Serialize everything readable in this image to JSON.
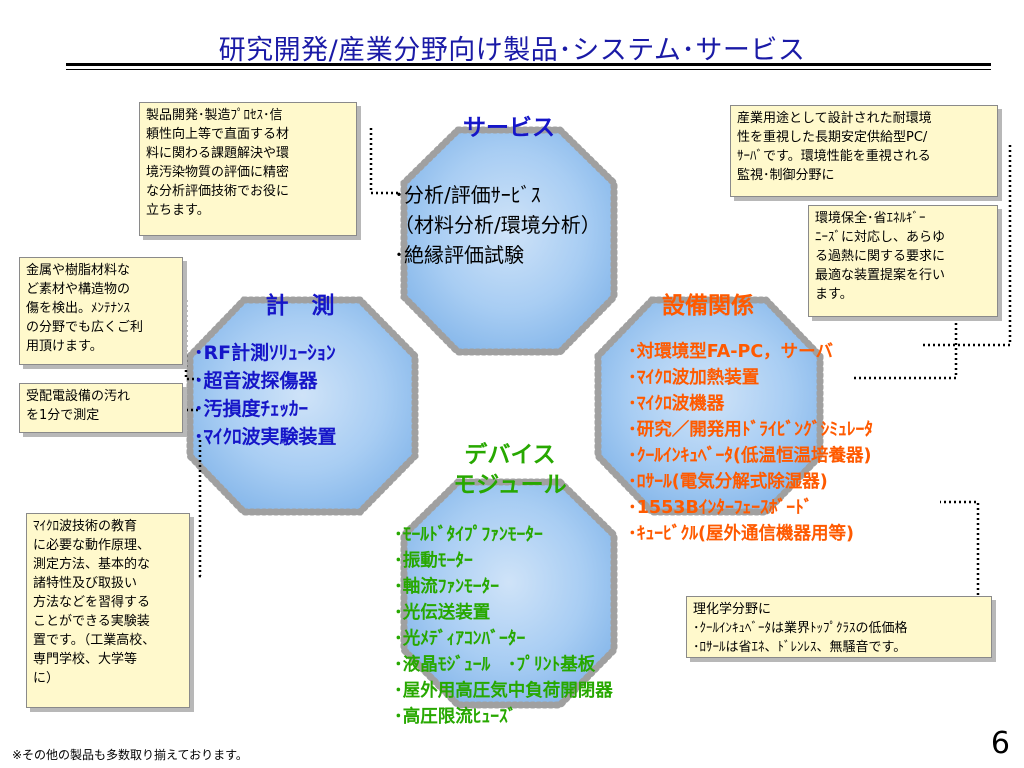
{
  "slide": {
    "title": "研究開発/産業分野向け製品･システム･サービス",
    "footnote": "※その他の製品も多数取り揃えております。",
    "page_number": "6"
  },
  "colors": {
    "title": "#1a1aa6",
    "hex_fill": "#9ac6f2",
    "blue_text": "#1515c8",
    "orange_text": "#ff5a00",
    "green_text": "#27a800",
    "note_bg": "#fff9cc"
  },
  "hexes": {
    "service": {
      "label": "サービス",
      "items": [
        "･分析/評価ｻｰﾋﾞｽ",
        "（材料分析/環境分析）",
        "･絶縁評価試験"
      ]
    },
    "measurement": {
      "label": "計　測",
      "items": [
        "･RF計測ｿﾘｭｰｼｮﾝ",
        "･超音波探傷器",
        "･汚損度ﾁｪｯｶｰ",
        "･ﾏｲｸﾛ波実験装置"
      ]
    },
    "equipment": {
      "label": "設備関係",
      "items": [
        "･対環境型FA-PC，サーバ",
        "･ﾏｲｸﾛ波加熱装置",
        "･ﾏｲｸﾛ波機器",
        "･研究／開発用ﾄﾞﾗｲﾋﾞﾝｸﾞｼﾐｭﾚｰﾀ",
        "･ｸｰﾙｲﾝｷｭﾍﾞｰﾀ(低温恒温培養器)",
        "･ﾛｻｰﾙ(電気分解式除湿器)",
        "･1553Bｲﾝﾀｰﾌｪｰｽﾎﾞｰﾄﾞ",
        "･ｷｭｰﾋﾞｸﾙ(屋外通信機器用等)"
      ]
    },
    "device": {
      "label_line1": "デバイス",
      "label_line2": "モジュール",
      "items": [
        "･ﾓｰﾙﾄﾞﾀｲﾌﾟﾌｧﾝﾓｰﾀｰ",
        "･振動ﾓｰﾀｰ",
        "･軸流ﾌｧﾝﾓｰﾀｰ",
        "･光伝送装置",
        "･光ﾒﾃﾞｨｱｺﾝﾊﾞｰﾀｰ",
        "･液晶ﾓｼﾞｭｰﾙ　･ﾌﾟﾘﾝﾄ基板",
        "･屋外用高圧気中負荷開閉器",
        "･高圧限流ﾋｭｰｽﾞ"
      ]
    }
  },
  "notes": {
    "service": "製品開発･製造ﾌﾟﾛｾｽ･信\n頼性向上等で直面する材\n料に関わる課題解決や環\n境汚染物質の評価に精密\nな分析評価技術でお役に\n立ちます。",
    "ndt": "金属や樹脂材料な\nど素材や構造物の\n傷を検出。ﾒﾝﾃﾅﾝｽ\nの分野でも広くご利\n用頂けます。",
    "pollution": "受配電設備の汚れ\nを1分で測定",
    "microwave_edu": "ﾏｲｸﾛ波技術の教育\nに必要な動作原理、\n測定方法、基本的な\n諸特性及び取扱い\n方法などを習得する\nことができる実験装\n置です。（工業高校、\n専門学校、大学等\nに）",
    "fapc": "産業用途として設計された耐環境\n性を重視した長期安定供給型PC/\nｻｰﾊﾞです。環境性能を重視される\n監視･制御分野に",
    "microwave_heat": "環境保全･省ｴﾈﾙｷﾞｰ\nﾆｰｽﾞに対応し、あらゆ\nる過熱に関する要求に\n最適な装置提案を行い\nます。",
    "chemistry": "理化学分野に\n･ｸｰﾙｲﾝｷｭﾍﾞｰﾀは業界ﾄｯﾌﾟｸﾗｽの低価格\n･ﾛｻｰﾙは省ｴﾈ、ﾄﾞﾚﾝﾚｽ、無騒音です。"
  }
}
